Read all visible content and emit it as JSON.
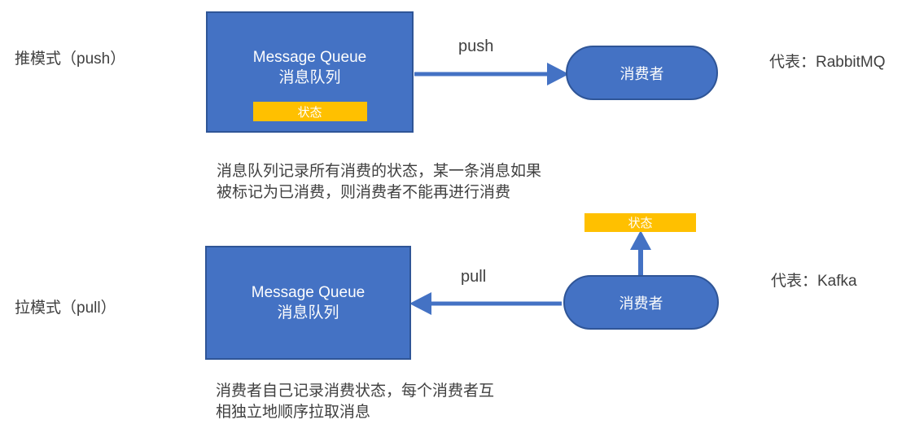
{
  "colors": {
    "shape_fill": "#4472C4",
    "shape_border": "#2F5597",
    "status_fill": "#FFC000",
    "arrow": "#4472C4",
    "text": "#404040",
    "shape_text": "#FDFDFD"
  },
  "push_row": {
    "mode_label": "推模式（push）",
    "queue": {
      "title": "Message Queue",
      "subtitle": "消息队列",
      "status": "状态"
    },
    "arrow_label": "push",
    "consumer_label": "消费者",
    "example_label": "代表：RabbitMQ",
    "caption": [
      "消息队列记录所有消费的状态，某一条消息如果",
      "被标记为已消费，则消费者不能再进行消费"
    ]
  },
  "pull_row": {
    "mode_label": "拉模式（pull）",
    "queue": {
      "title": "Message Queue",
      "subtitle": "消息队列"
    },
    "status_label": "状态",
    "arrow_label": "pull",
    "consumer_label": "消费者",
    "example_label": "代表：Kafka",
    "caption": [
      "消费者自己记录消费状态，每个消费者互",
      "相独立地顺序拉取消息"
    ]
  }
}
